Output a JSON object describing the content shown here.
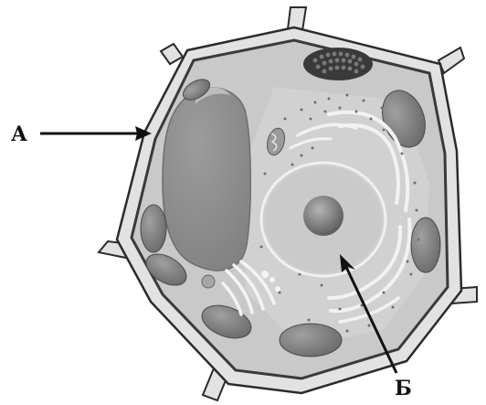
{
  "labels": {
    "a": "А",
    "b": "Б"
  },
  "colors": {
    "cell_wall": "#e2e2e2",
    "wall_outline": "#2b2b2b",
    "cytoplasm": "#c9c9c9",
    "vacuole": "#8f8f8f",
    "chloroplast": "#8a8a8a",
    "nucleus_envelope": "#bdbdbd",
    "nucleolus": "#7a7a7a",
    "er": "#f2f2f2"
  },
  "icons": {
    "pointer_a": "arrow-right",
    "pointer_b": "arrow-up-left"
  }
}
